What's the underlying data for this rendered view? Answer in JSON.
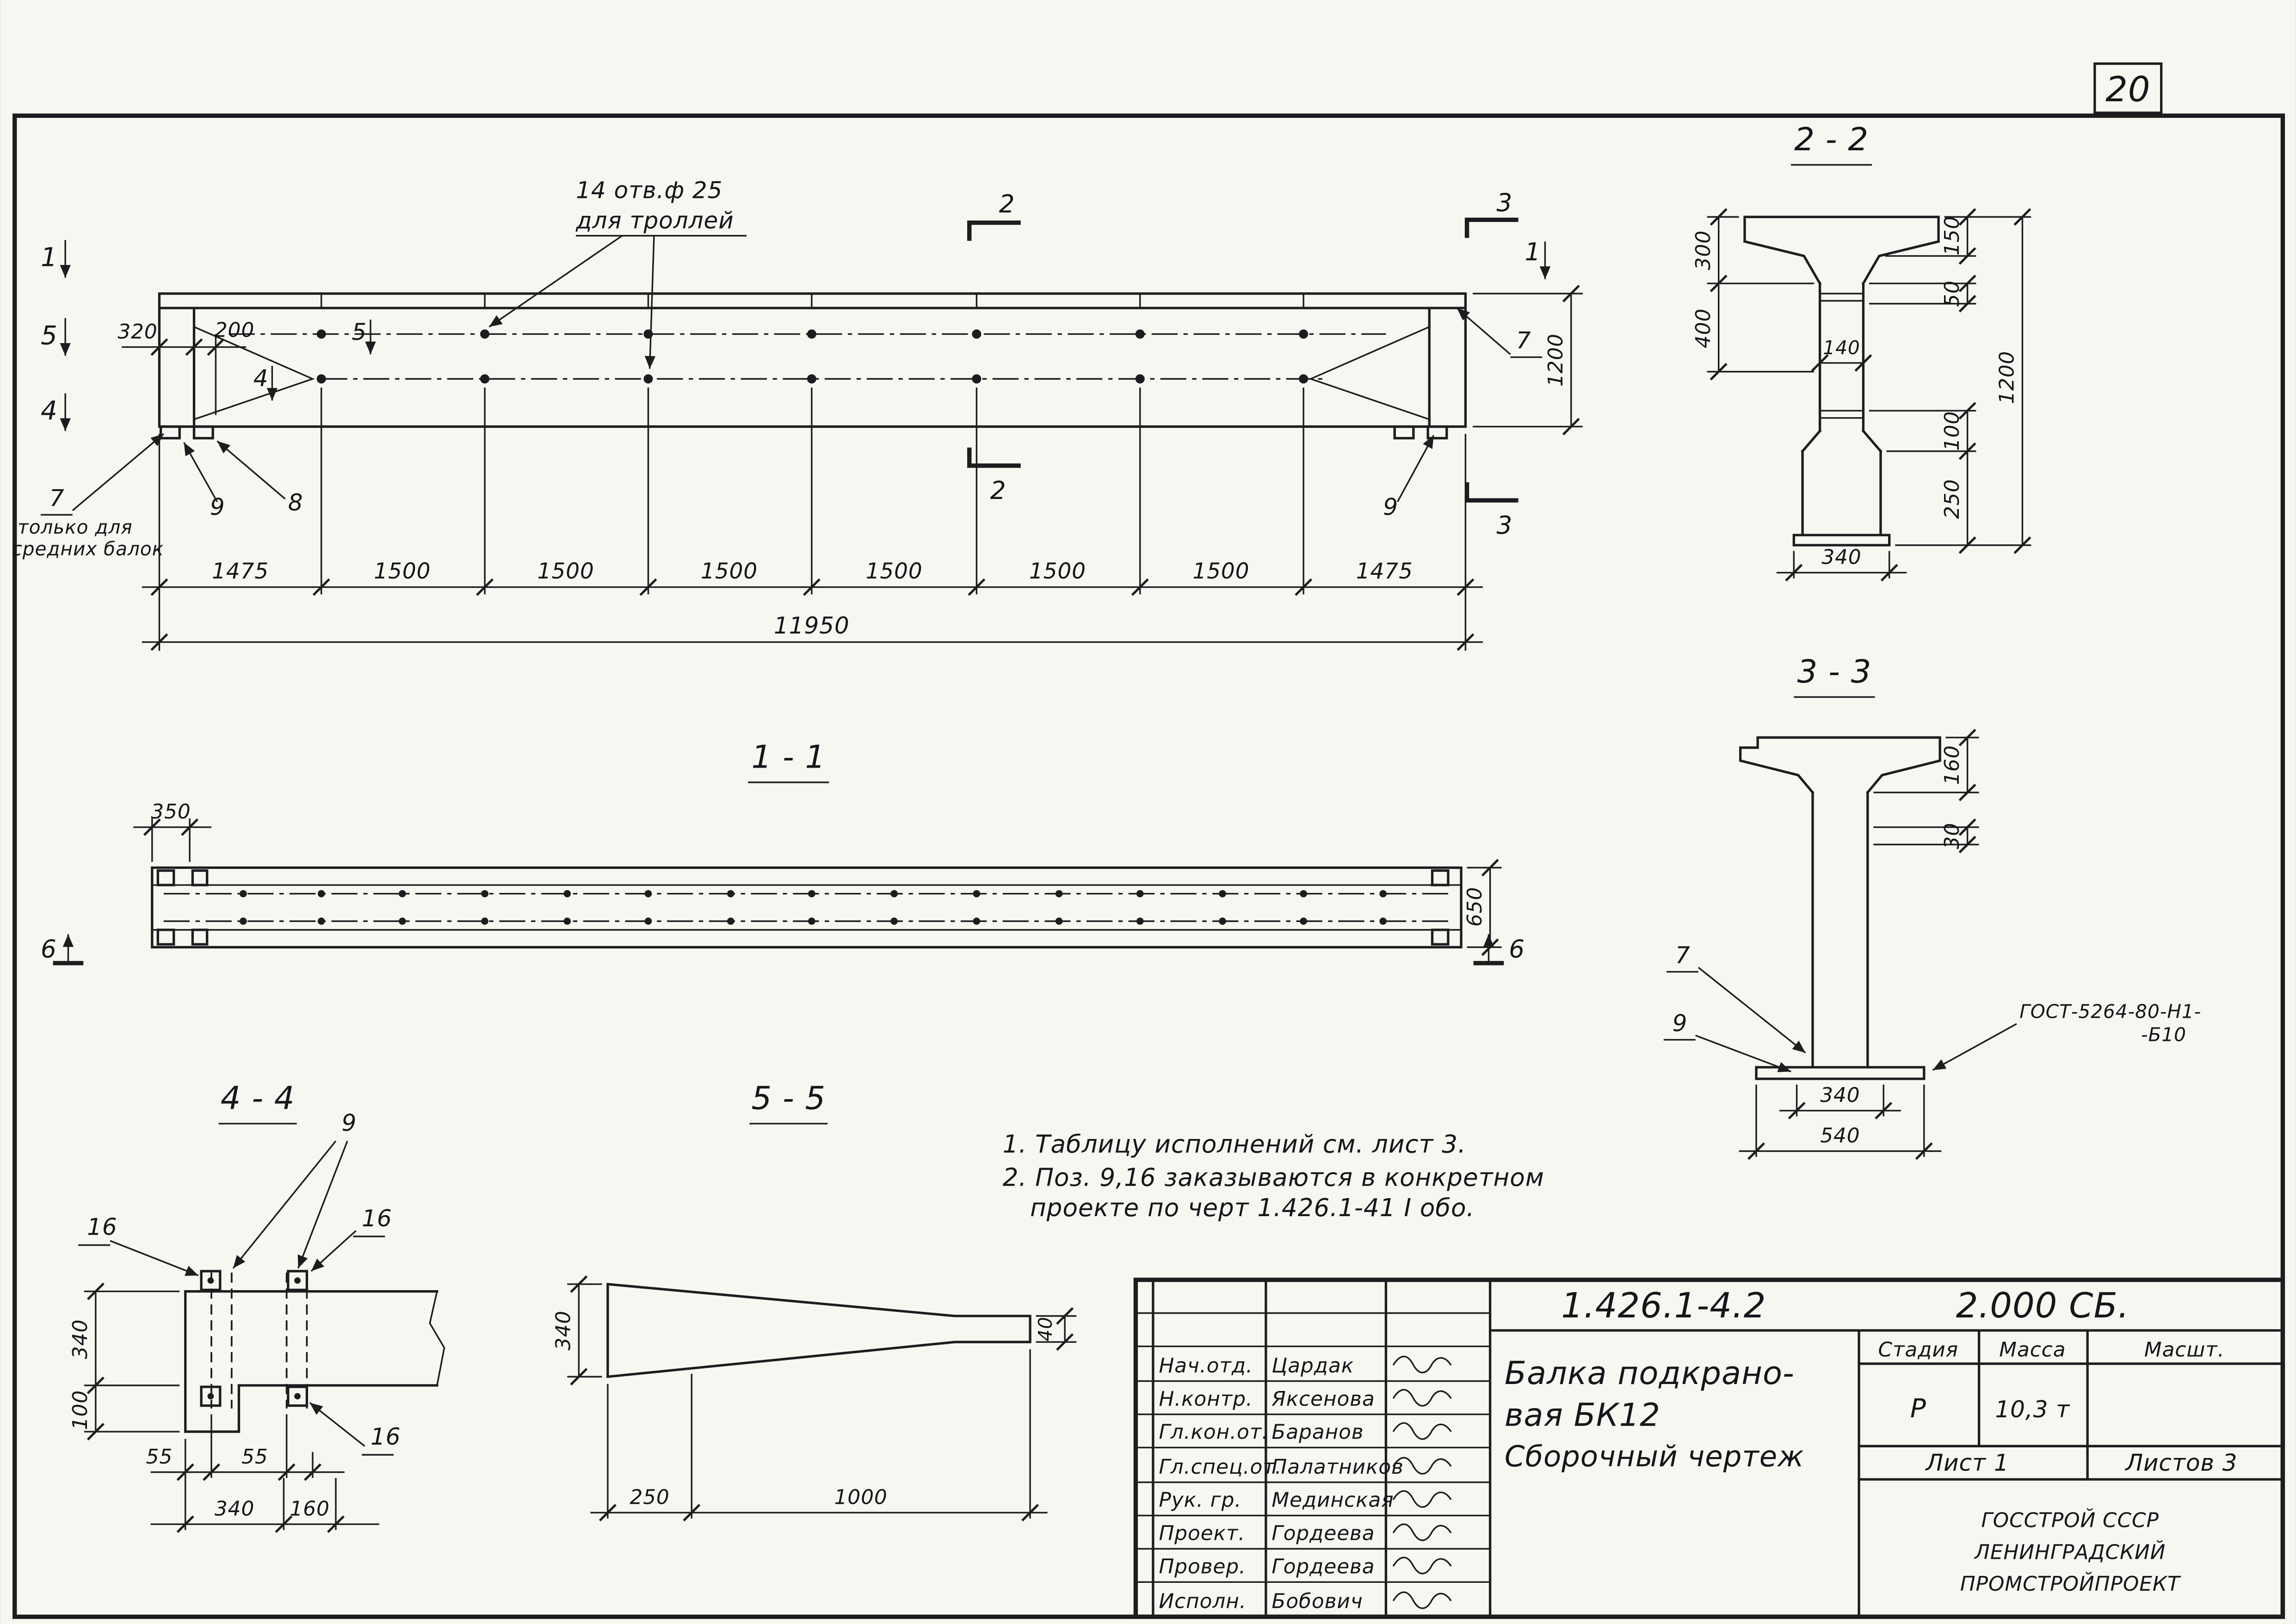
{
  "sheet": {
    "number": "20"
  },
  "main": {
    "mark1": "1",
    "mark5": "5",
    "mark4": "4",
    "cut2": "2",
    "cut3": "3",
    "holes_note1": "14 отв.ф 25",
    "holes_note2": "для троллей",
    "d320": "320",
    "d200": "200",
    "d1200": "1200",
    "c7": "7",
    "c8": "8",
    "c9": "9",
    "left_note1": "только для",
    "left_note2": "средних балок",
    "segments": [
      "1475",
      "1500",
      "1500",
      "1500",
      "1500",
      "1500",
      "1500",
      "1475"
    ],
    "total": "11950"
  },
  "s22": {
    "title": "2 - 2",
    "d300": "300",
    "d400": "400",
    "d140": "140",
    "d150": "150",
    "d50": "50",
    "d100": "100",
    "d250": "250",
    "d1200": "1200",
    "d340": "340"
  },
  "s11": {
    "title": "1 - 1",
    "d350": "350",
    "d650": "650",
    "cut6": "6"
  },
  "s33": {
    "title": "3 - 3",
    "d160": "160",
    "d30": "30",
    "d340": "340",
    "d540": "540",
    "c7": "7",
    "c9": "9",
    "gost1": "ГОСТ-5264-80-Н1-",
    "gost2": "-Б10"
  },
  "d44": {
    "title": "4 - 4",
    "d340": "340",
    "d100": "100",
    "d55": "55",
    "d340b": "340",
    "d160": "160",
    "c9": "9",
    "c16": "16"
  },
  "d55v": {
    "title": "5 - 5",
    "d340": "340",
    "d250": "250",
    "d1000": "1000",
    "d40": "40"
  },
  "notes": [
    "1. Таблицу исполнений  см. лист 3.",
    "2. Поз. 9,16 заказываются в конкретном",
    "проекте по черт 1.426.1-41 I обо."
  ],
  "tb": {
    "code": "1.426.1-4.2",
    "code2": "2.000 СБ.",
    "rows": [
      {
        "role": "Нач.отд.",
        "name": "Цардак"
      },
      {
        "role": "Н.контр.",
        "name": "Яксенова"
      },
      {
        "role": "Гл.кон.от.",
        "name": "Баранов"
      },
      {
        "role": "Гл.спец.от.",
        "name": "Палатников"
      },
      {
        "role": "Рук. гр.",
        "name": "Мединская"
      },
      {
        "role": "Проект.",
        "name": "Гордеева"
      },
      {
        "role": "Провер.",
        "name": "Гордеева"
      },
      {
        "role": "Исполн.",
        "name": "Бобович"
      }
    ],
    "title1": "Балка подкрано-",
    "title2": "вая БК12",
    "title3": "Сборочный  чертеж",
    "h_stage": "Стадия",
    "h_mass": "Масса",
    "h_scale": "Масшт.",
    "v_stage": "Р",
    "v_mass": "10,3 т",
    "sheet": "Лист 1",
    "sheets": "Листов 3",
    "org1": "ГОССТРОЙ СССР",
    "org2": "ЛЕНИНГРАДСКИЙ",
    "org3": "ПРОМСТРОЙПРОЕКТ"
  }
}
